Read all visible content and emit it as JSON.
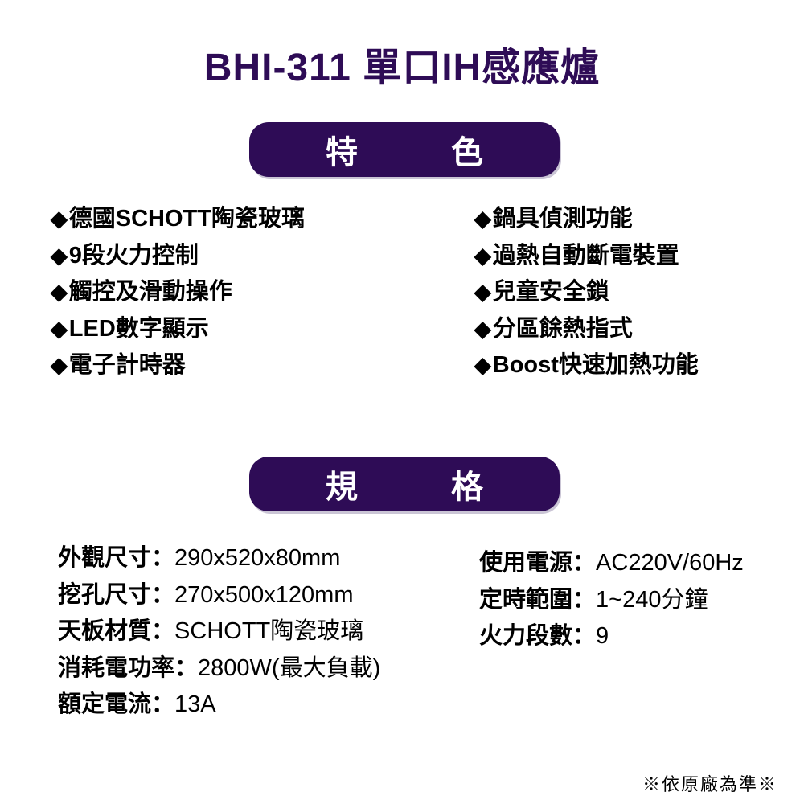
{
  "page": {
    "title": "BHI-311 單口IH感應爐",
    "footnote": "※依原廠為準※",
    "colors": {
      "accent_purple": "#2e0c56",
      "banner_text": "#ffffff",
      "body_text": "#000000",
      "background": "#ffffff"
    }
  },
  "features": {
    "banner": {
      "label": "特色",
      "chars": [
        "特",
        "色"
      ]
    },
    "bullet": "◆",
    "left": [
      "德國SCHOTT陶瓷玻璃",
      "9段火力控制",
      "觸控及滑動操作",
      "LED數字顯示",
      "電子計時器"
    ],
    "right": [
      "鍋具偵測功能",
      "過熱自動斷電裝置",
      "兒童安全鎖",
      "分區餘熱指式",
      "Boost快速加熱功能"
    ]
  },
  "specs": {
    "banner": {
      "label": "規格",
      "chars": [
        "規",
        "格"
      ]
    },
    "separator": "：",
    "left": [
      {
        "label": "外觀尺寸",
        "value": "290x520x80mm"
      },
      {
        "label": "挖孔尺寸",
        "value": "270x500x120mm"
      },
      {
        "label": "天板材質",
        "value": "SCHOTT陶瓷玻璃"
      },
      {
        "label": "消耗電功率",
        "value": "2800W(最大負載)"
      },
      {
        "label": "額定電流",
        "value": "13A"
      }
    ],
    "right": [
      {
        "label": "使用電源",
        "value": "AC220V/60Hz"
      },
      {
        "label": "定時範圍",
        "value": "1~240分鐘"
      },
      {
        "label": "火力段數",
        "value": "9"
      }
    ]
  }
}
